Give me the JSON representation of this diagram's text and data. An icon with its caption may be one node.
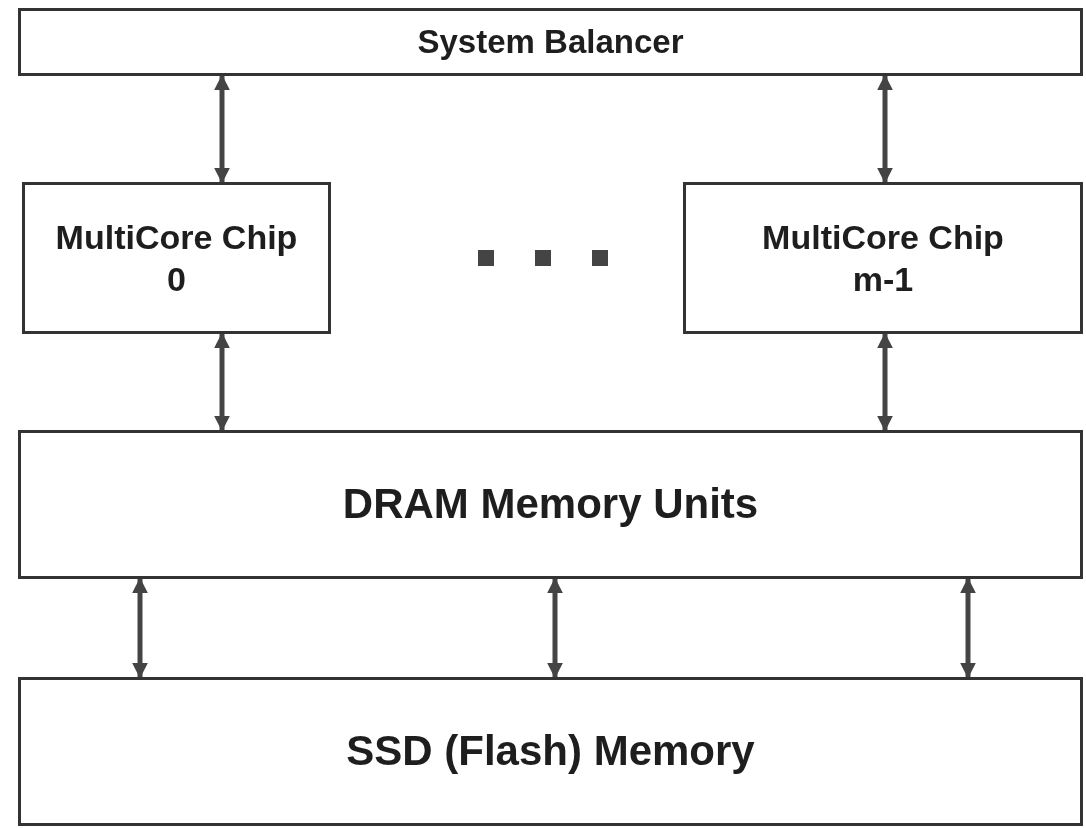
{
  "diagram": {
    "nodes": [
      {
        "text": [
          "System Balancer"
        ]
      },
      {
        "text": [
          "MultiCore Chip 0"
        ]
      },
      {
        "text": [
          "MultiCore Chip m-1"
        ]
      },
      {
        "text": [
          "DRAM Memory Units"
        ]
      },
      {
        "text": [
          "SSD (Flash) Memory"
        ]
      }
    ],
    "edges": [
      {
        "from": 0,
        "to": 1,
        "arrow": "both"
      },
      {
        "from": 0,
        "to": 2,
        "arrow": "both"
      },
      {
        "from": 1,
        "to": 3,
        "arrow": "both"
      },
      {
        "from": 2,
        "to": 3,
        "arrow": "both"
      },
      {
        "from": 3,
        "to": 4,
        "arrow": "both"
      },
      {
        "from": 3,
        "to": 4,
        "arrow": "both"
      },
      {
        "from": 3,
        "to": 4,
        "arrow": "both"
      }
    ]
  }
}
